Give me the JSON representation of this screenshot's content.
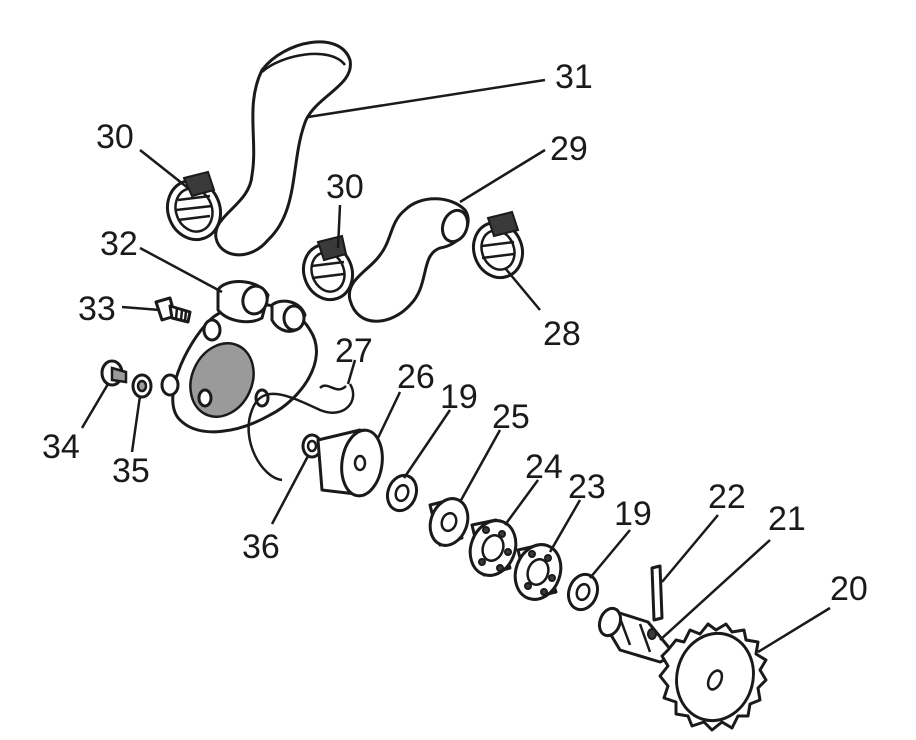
{
  "diagram": {
    "callouts": [
      {
        "id": "31",
        "text": "31"
      },
      {
        "id": "30a",
        "text": "30"
      },
      {
        "id": "29",
        "text": "29"
      },
      {
        "id": "30b",
        "text": "30"
      },
      {
        "id": "32",
        "text": "32"
      },
      {
        "id": "28",
        "text": "28"
      },
      {
        "id": "33",
        "text": "33"
      },
      {
        "id": "27",
        "text": "27"
      },
      {
        "id": "26",
        "text": "26"
      },
      {
        "id": "19a",
        "text": "19"
      },
      {
        "id": "25",
        "text": "25"
      },
      {
        "id": "34",
        "text": "34"
      },
      {
        "id": "35",
        "text": "35"
      },
      {
        "id": "24",
        "text": "24"
      },
      {
        "id": "23",
        "text": "23"
      },
      {
        "id": "19b",
        "text": "19"
      },
      {
        "id": "22",
        "text": "22"
      },
      {
        "id": "21",
        "text": "21"
      },
      {
        "id": "36",
        "text": "36"
      },
      {
        "id": "20",
        "text": "20"
      }
    ]
  }
}
